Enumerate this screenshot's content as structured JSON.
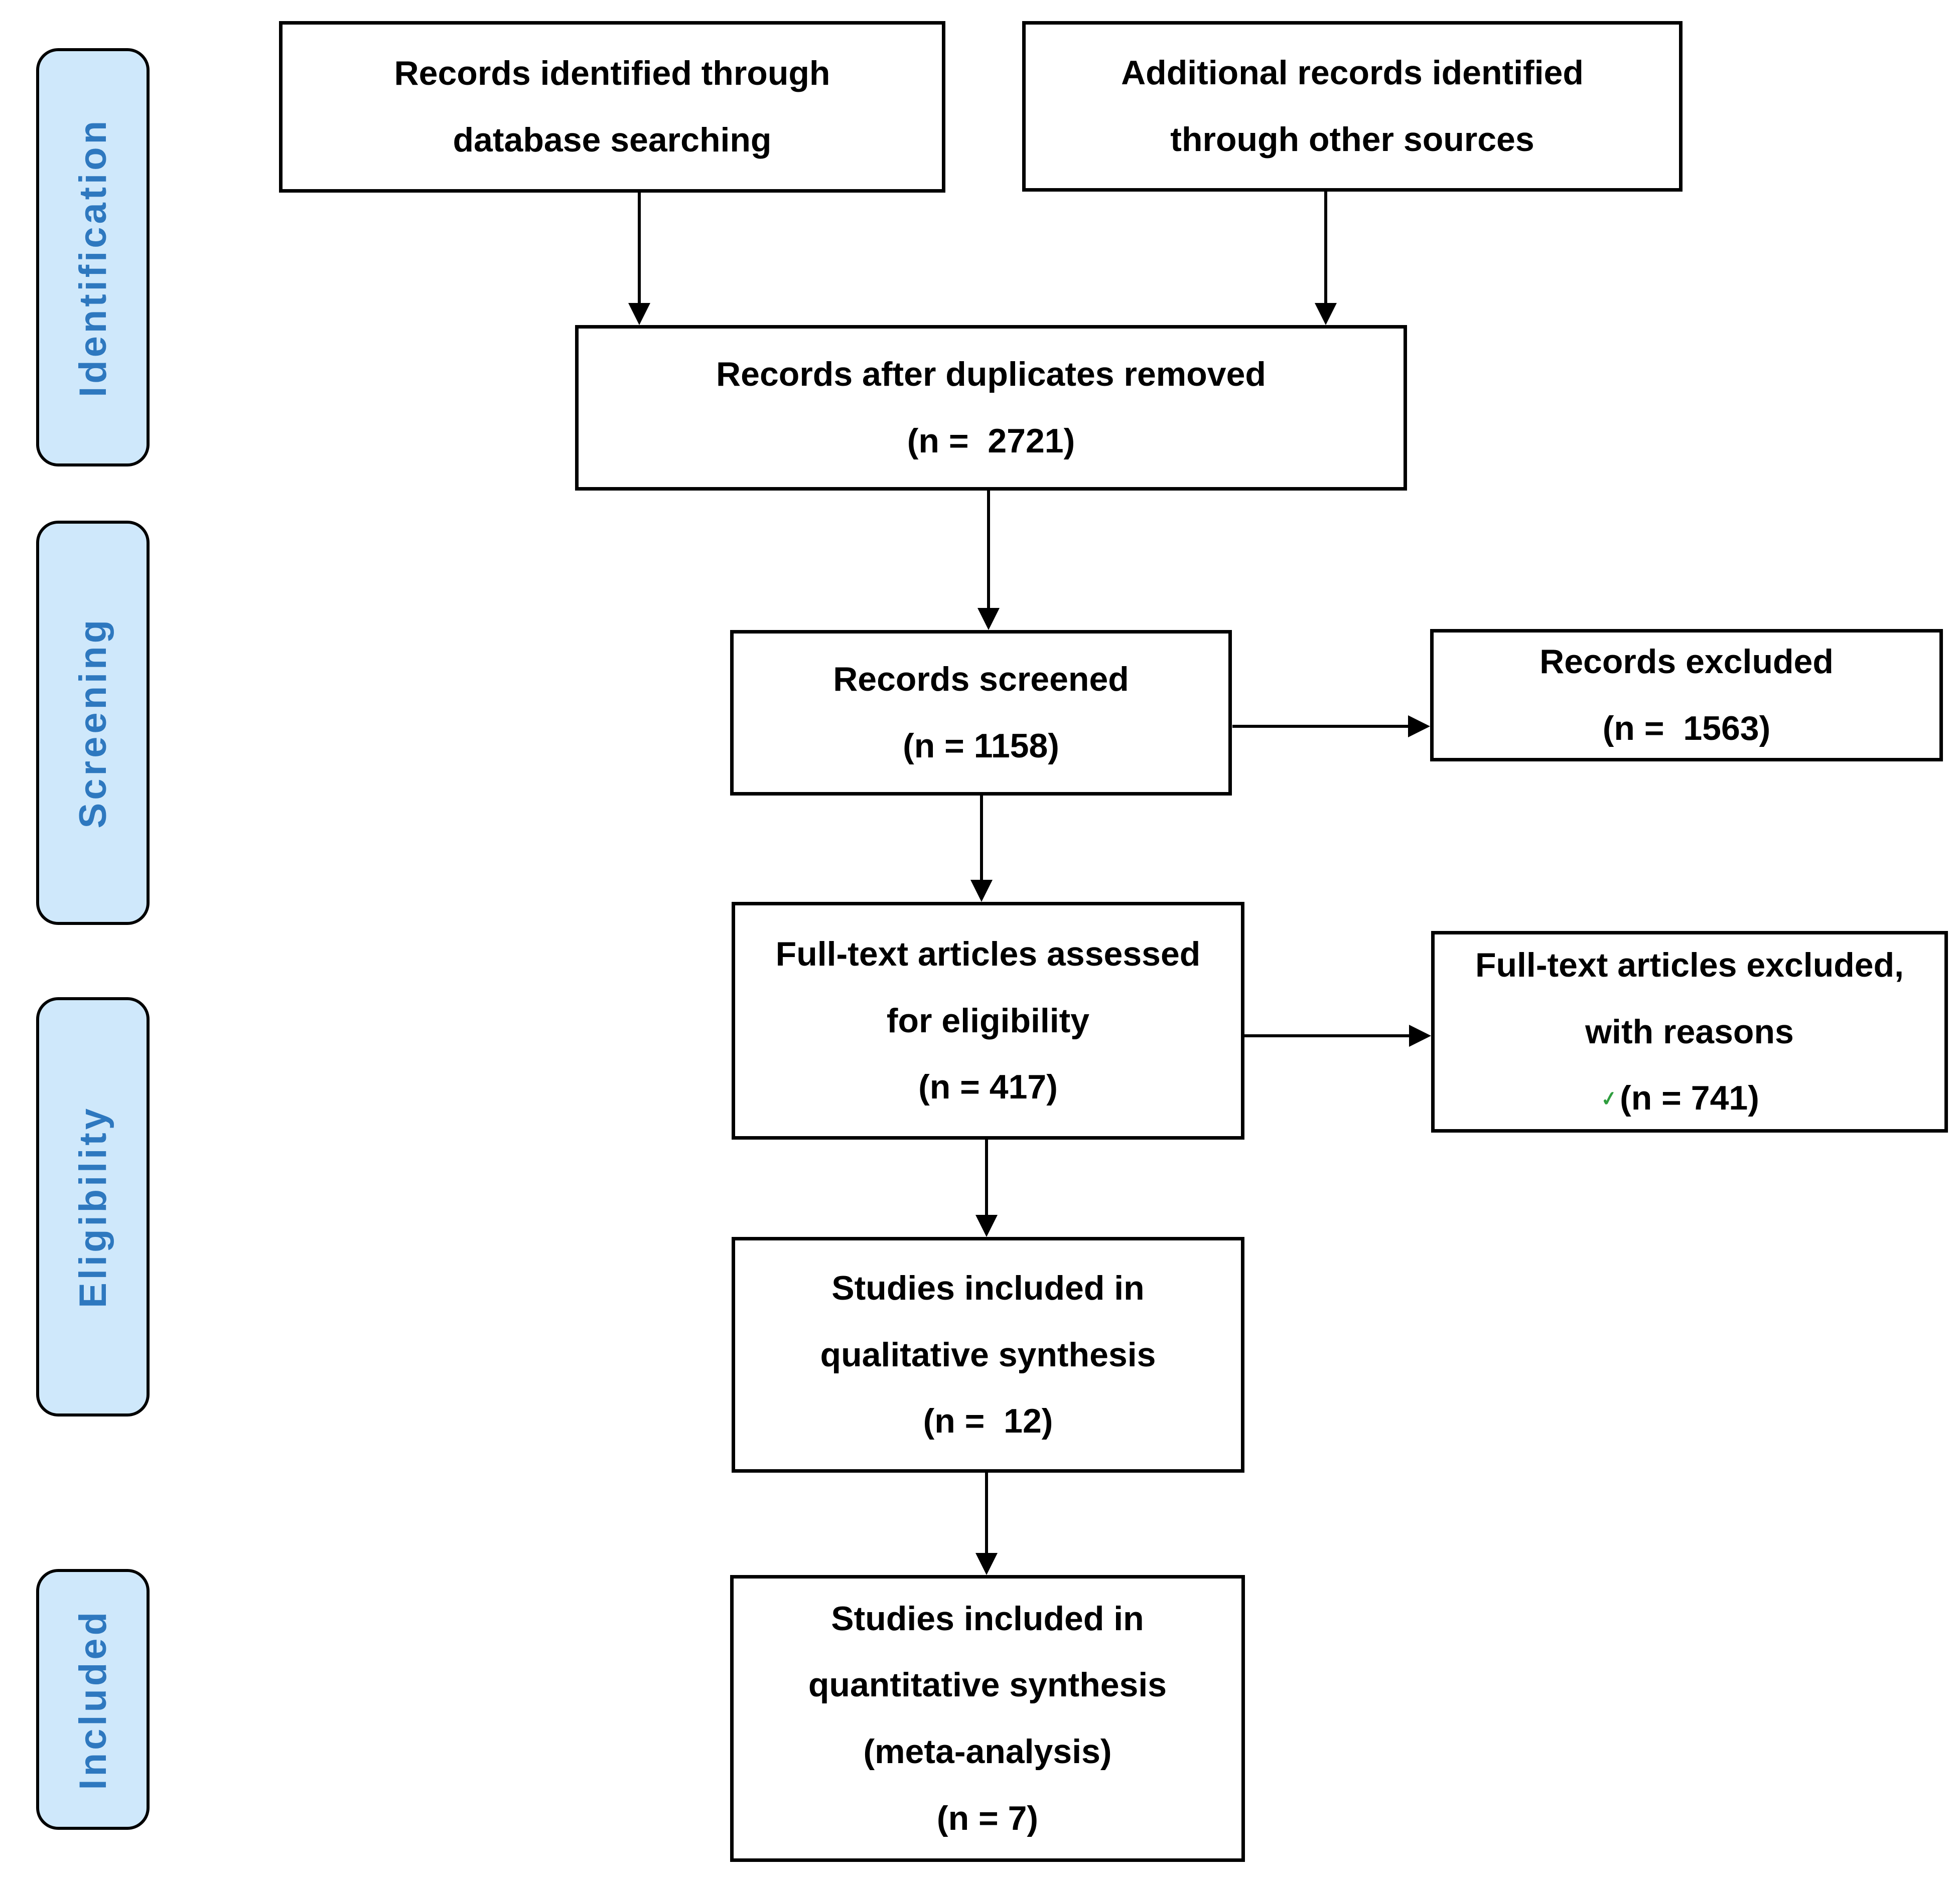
{
  "diagram": {
    "stages": [
      "Identification",
      "Screening",
      "Eligibility",
      "Included"
    ],
    "boxes": {
      "identified": {
        "lines": [
          "Records identified through",
          "database searching"
        ]
      },
      "additional": {
        "lines": [
          "Additional records identified",
          "through other sources"
        ]
      },
      "deduplicated": {
        "lines": [
          "Records after duplicates removed",
          "(n =  2721)"
        ]
      },
      "screened": {
        "lines": [
          "Records screened",
          "(n = 1158)"
        ]
      },
      "records_excluded": {
        "lines": [
          "Records excluded",
          "(n =  1563)"
        ]
      },
      "fulltext_assessed": {
        "lines": [
          "Full-text articles assessed",
          "for eligibility",
          "(n = 417)"
        ]
      },
      "fulltext_excluded": {
        "lines": [
          "Full-text articles excluded,",
          "with reasons",
          "(n = 741)"
        ]
      },
      "qualitative": {
        "lines": [
          "Studies included in",
          "qualitative synthesis",
          "(n =  12)"
        ]
      },
      "quantitative": {
        "lines": [
          "Studies included in",
          "quantitative synthesis",
          "(meta-analysis)",
          "(n = 7)"
        ]
      }
    },
    "artifact": {
      "glyph": "✓"
    },
    "colors": {
      "stage_fill": "#cfe8fb",
      "stage_text": "#2e78bf",
      "box_border": "#000000",
      "box_fill": "#ffffff",
      "connector": "#000000",
      "artifact_green": "#2f9e3f"
    }
  }
}
